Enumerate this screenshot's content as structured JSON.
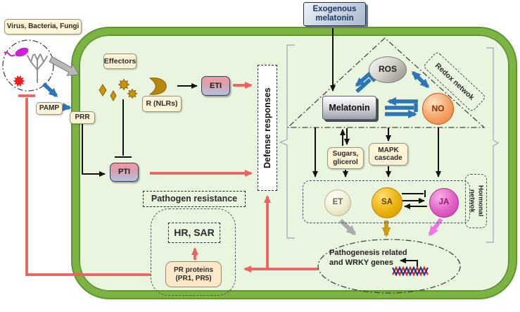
{
  "labels": {
    "pathogens": "Virus, Bacteria, Fungi",
    "pamp": "PAMP",
    "prr": "PRR",
    "effectors": "Effectors",
    "r_nlrs": "R (NLRs)",
    "eti": "ETI",
    "pti": "PTI",
    "defense_responses": "Defense responses",
    "pathogen_resistance": "Pathogen resistance",
    "hr_sar": "HR, SAR",
    "pr_proteins": {
      "line1": "PR proteins",
      "line2": "(PR1, PR5)"
    },
    "exogenous_melatonin": {
      "line1": "Exogenous",
      "line2": "melatonin"
    },
    "melatonin": "Melatonin",
    "ros": "ROS",
    "no": "NO",
    "redox_network": "Redox netwok",
    "sugars": {
      "line1": "Sugars,",
      "line2": "glicerol"
    },
    "mapk": {
      "line1": "MAPK",
      "line2": "cascade"
    },
    "hormonal_network": "Hormonal netwok",
    "et": "ET",
    "sa": "SA",
    "ja": "JA",
    "genes": "Pathogenesis related and WRKY genes"
  },
  "colors": {
    "cell_membrane": "#7cb342",
    "cell_fill": "#eaf5df",
    "cream_box": "#fdf3d6",
    "red_arrow": "#f15f5f",
    "blue_arrow": "#2e75b6",
    "black_arrow": "#111111",
    "et_sphere": "#efecd2",
    "sa_sphere": "#e8ad0b",
    "ja_sphere": "#e060c4",
    "no_sphere": "#f09455",
    "ros_fill": "#c9c6bf",
    "grey_arrow": "#ababab",
    "gold_arrow": "#cf9b0c",
    "magenta_arrow": "#f473e8",
    "effector_gold": "#c8930f"
  }
}
